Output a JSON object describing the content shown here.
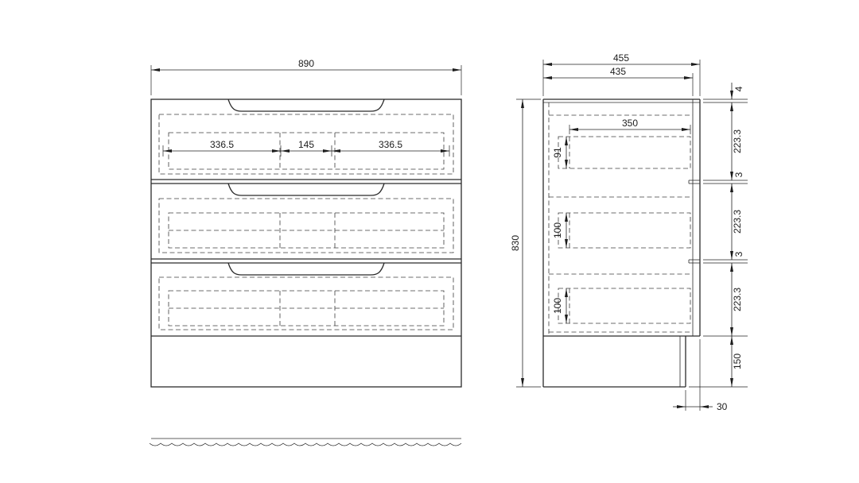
{
  "front_view": {
    "overall_width": "890",
    "segment_dims": [
      "336.5",
      "145",
      "336.5"
    ]
  },
  "side_view": {
    "overall_depth": "455",
    "body_depth": "435",
    "overall_height": "830",
    "top_gap": "4",
    "drawer_front_heights": [
      "223.3",
      "223.3",
      "223.3"
    ],
    "front_gaps": [
      "3",
      "3"
    ],
    "plinth_height": "150",
    "drawer_box_depth": "350",
    "drawer_box_heights": [
      "91",
      "100",
      "100"
    ],
    "plinth_recess": "30"
  }
}
